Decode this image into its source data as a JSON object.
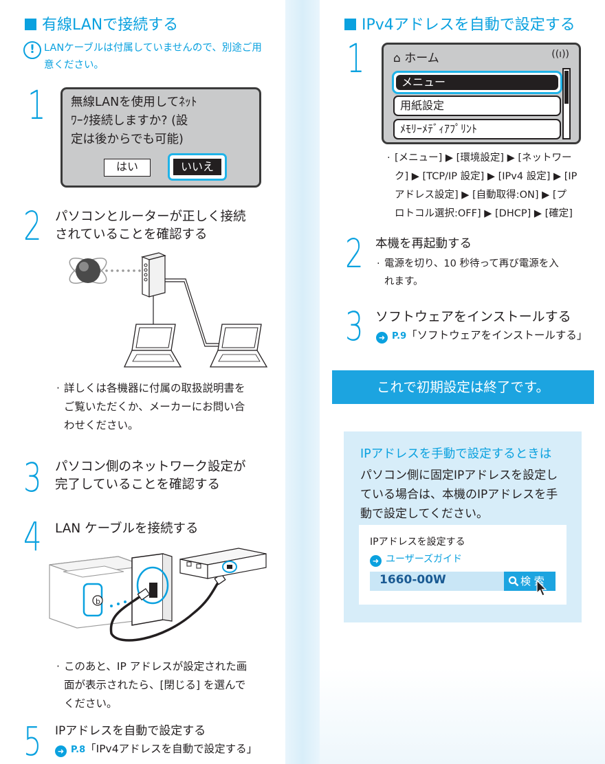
{
  "left": {
    "title": "有線LANで接続する",
    "warning": "LANケーブルは付属していませんので、別途ご用意ください。",
    "step1": {
      "num": "1",
      "dialog_lines": [
        "無線LANを使用してﾈｯﾄ",
        "ﾜｰｸ接続しますか? (設",
        "定は後からでも可能)"
      ],
      "yes": "はい",
      "no": "いいえ"
    },
    "step2": {
      "num": "2",
      "lines": [
        "パソコンとルーターが正しく接続",
        "されていることを確認する"
      ],
      "note_lines": [
        "詳しくは各機器に付属の取扱説明書を",
        "ご覧いただくか、メーカーにお問い合",
        "わせください。"
      ]
    },
    "step3": {
      "num": "3",
      "lines": [
        "パソコン側のネットワーク設定が",
        "完了していることを確認する"
      ]
    },
    "step4": {
      "num": "4",
      "text": "LAN ケーブルを接続する",
      "badge": "b",
      "note_lines": [
        "このあと、IP アドレスが設定された画",
        "面が表示されたら、[閉じる] を選んで",
        "ください。"
      ]
    },
    "step5": {
      "num": "5",
      "text": "IPアドレスを自動で設定する",
      "ref_page": "P.8",
      "ref_text": "「IPv4アドレスを自動で設定する」"
    }
  },
  "right": {
    "title": "IPv4アドレスを自動で設定する",
    "step1": {
      "num": "1",
      "home": "ホーム",
      "menu_selected": "メニュー",
      "menu_items": [
        "用紙設定",
        "ﾒﾓﾘｰﾒﾃﾞｨｱﾌﾟﾘﾝﾄ"
      ],
      "path_lines": [
        "[メニュー] ▶ [環境設定] ▶ [ネットワー",
        "ク] ▶ [TCP/IP 設定] ▶ [IPv4 設定] ▶ [IP",
        "アドレス設定] ▶ [自動取得:ON] ▶ [プ",
        "ロトコル選択:OFF] ▶ [DHCP] ▶ [確定]"
      ]
    },
    "step2": {
      "num": "2",
      "text": "本機を再起動する",
      "note_lines": [
        "電源を切り、10 秒待って再び電源を入",
        "れます。"
      ]
    },
    "step3": {
      "num": "3",
      "text": "ソフトウェアをインストールする",
      "ref_page": "P.9",
      "ref_text": "「ソフトウェアをインストールする」"
    },
    "banner": "これで初期設定は終了です。",
    "manual": {
      "title": "IPアドレスを手動で設定するときは",
      "body_lines": [
        "パソコン側に固定IPアドレスを設定し",
        "ている場合は、本機のIPアドレスを手",
        "動で設定してください。"
      ],
      "search_label": "IPアドレスを設定する",
      "guide_link": "ユーザーズガイド",
      "search_keyword": "1660-00W",
      "search_button": "検 索"
    }
  },
  "colors": {
    "accent": "#0aa1df",
    "banner": "#1ca4e0",
    "box": "#d7edf9",
    "lcd": "#c9cacb"
  }
}
